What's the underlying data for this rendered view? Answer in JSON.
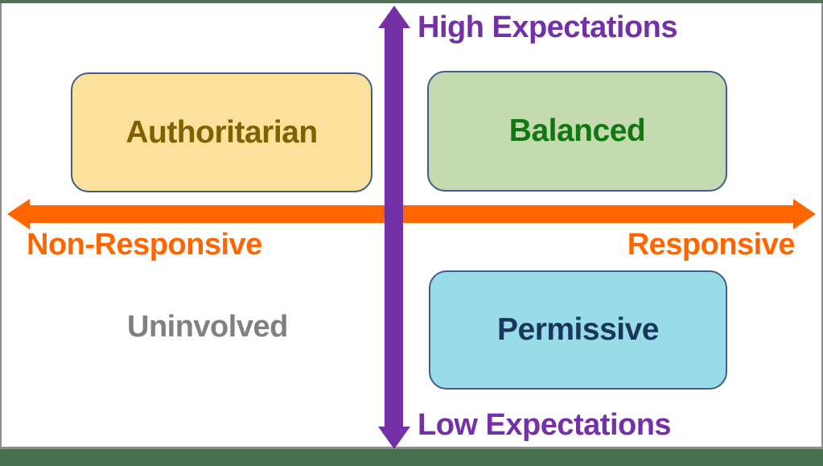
{
  "axes": {
    "vertical": {
      "top_label": "High Expectations",
      "bottom_label": "Low Expectations",
      "arrow_color": "#7430A5",
      "label_color": "#7430A5"
    },
    "horizontal": {
      "left_label": "Non-Responsive",
      "right_label": "Responsive",
      "arrow_color": "#FF6600",
      "label_color": "#FF6600"
    }
  },
  "quadrants": {
    "top_left": {
      "label": "Authoritarian",
      "boxed": true,
      "fill": "#FBE19B",
      "text_color": "#806000",
      "border_color": "#3F5E8C"
    },
    "top_right": {
      "label": "Balanced",
      "boxed": true,
      "fill": "#C4DAAE",
      "text_color": "#117711",
      "border_color": "#3F5E8C"
    },
    "bottom_left": {
      "label": "Uninvolved",
      "boxed": false,
      "text_color": "#808080"
    },
    "bottom_right": {
      "label": "Permissive",
      "boxed": true,
      "fill": "#99DCE8",
      "text_color": "#17375E",
      "border_color": "#3F5E8C"
    }
  },
  "frame": {
    "top_color": "#4F7355",
    "bottom_color": "#47714E",
    "side_color": "#8F8F8F"
  }
}
